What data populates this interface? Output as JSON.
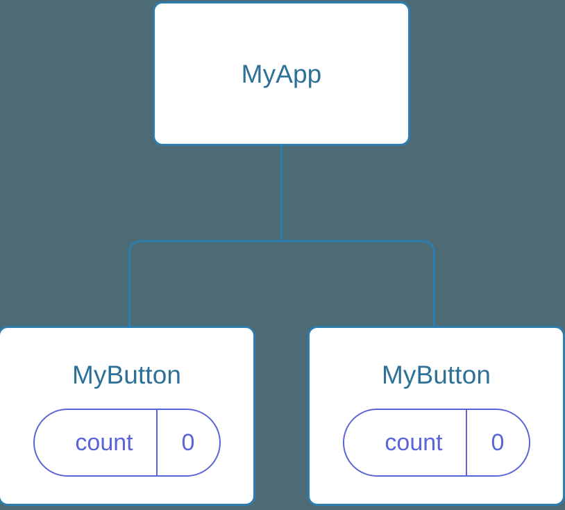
{
  "diagram": {
    "type": "component-tree",
    "background_color": "#4c6b74",
    "node_fill": "#ffffff",
    "node_border_color": "#2d7daf",
    "node_title_color": "#2d7098",
    "edge_color": "#2d7daf",
    "state_border_color": "#5b64d6",
    "state_text_color": "#5b64d6"
  },
  "root": {
    "title": "MyApp"
  },
  "children": [
    {
      "title": "MyButton",
      "state": {
        "key": "count",
        "value": "0"
      }
    },
    {
      "title": "MyButton",
      "state": {
        "key": "count",
        "value": "0"
      }
    }
  ],
  "edges": [
    {
      "from": "MyApp",
      "to": "MyButton"
    },
    {
      "from": "MyApp",
      "to": "MyButton"
    }
  ]
}
